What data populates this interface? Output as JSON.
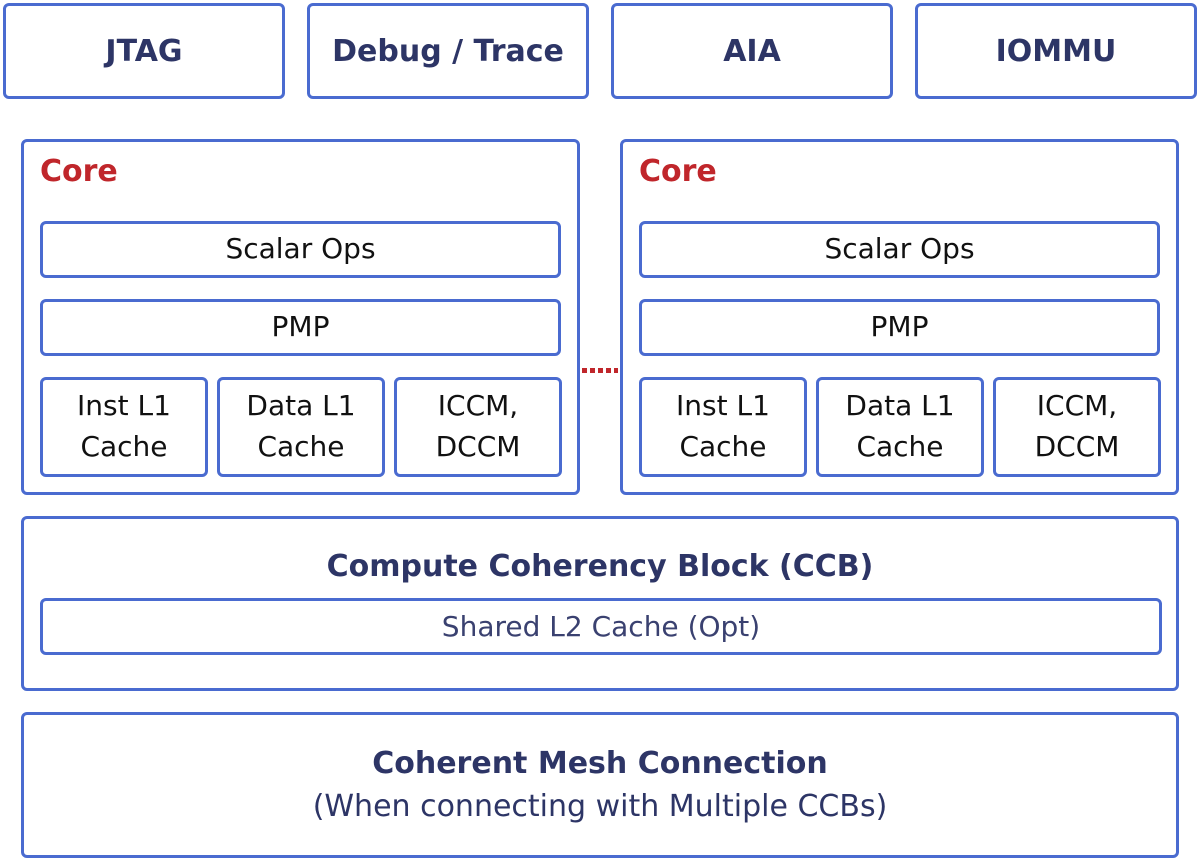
{
  "top_blocks": [
    "JTAG",
    "Debug / Trace",
    "AIA",
    "IOMMU"
  ],
  "cores": [
    {
      "title": "Core",
      "scalar_ops": "Scalar Ops",
      "pmp": "PMP",
      "inst_l1": [
        "Inst L1",
        "Cache"
      ],
      "data_l1": [
        "Data L1",
        "Cache"
      ],
      "iccm": [
        "ICCM,",
        "DCCM"
      ]
    },
    {
      "title": "Core",
      "scalar_ops": "Scalar Ops",
      "pmp": "PMP",
      "inst_l1": [
        "Inst L1",
        "Cache"
      ],
      "data_l1": [
        "Data L1",
        "Cache"
      ],
      "iccm": [
        "ICCM,",
        "DCCM"
      ]
    }
  ],
  "ccb": {
    "title": "Compute Coherency Block (CCB)",
    "l2": "Shared L2 Cache (Opt)"
  },
  "mesh": {
    "title": "Coherent Mesh Connection",
    "subtitle": "(When connecting with Multiple CCBs)"
  },
  "colors": {
    "border": "#4a6bd0",
    "core_title": "#c0262b",
    "heading_text": "#2d3566",
    "connector": "#c0262b"
  }
}
